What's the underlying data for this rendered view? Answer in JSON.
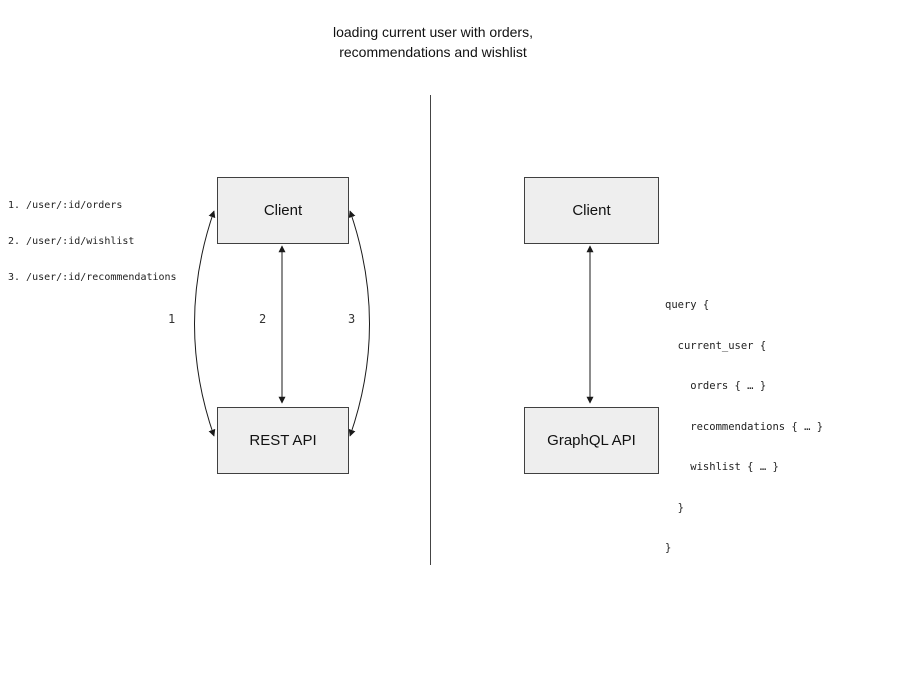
{
  "title": "loading current user with orders,\nrecommendations and wishlist",
  "left_panel": {
    "client_label": "Client",
    "api_label": "REST API",
    "endpoints": [
      "1. /user/:id/orders",
      "2. /user/:id/wishlist",
      "3. /user/:id/recommendations"
    ],
    "arrow_labels": [
      "1",
      "2",
      "3"
    ]
  },
  "right_panel": {
    "client_label": "Client",
    "api_label": "GraphQL API",
    "query_lines": [
      "query {",
      "  current_user {",
      "    orders { … }",
      "    recommendations { … }",
      "    wishlist { … }",
      "  }",
      "}"
    ]
  },
  "colors": {
    "box_fill": "#eeeeee",
    "box_border": "#404040",
    "connector": "#1a1a1a",
    "divider": "#444444"
  }
}
